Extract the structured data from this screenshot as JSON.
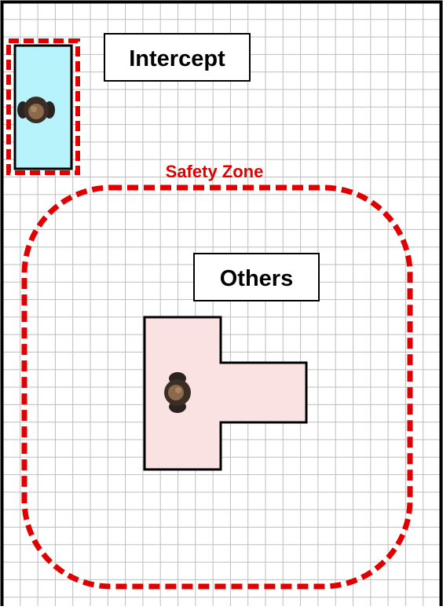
{
  "labels": {
    "intercept": "Intercept",
    "others": "Others",
    "safety_zone": "Safety Zone"
  },
  "colors": {
    "grid_line": "#bdbdbd",
    "frame": "#000000",
    "safety_dash": "#e00000",
    "safety_label": "#e00000",
    "intercept_fill": "#b7f3fb",
    "others_fill": "#fbe2e2",
    "label_box_fill": "#ffffff",
    "label_text": "#000000"
  },
  "icons": {
    "intercept_person": "person-topdown-icon",
    "others_person": "person-topdown-icon"
  }
}
